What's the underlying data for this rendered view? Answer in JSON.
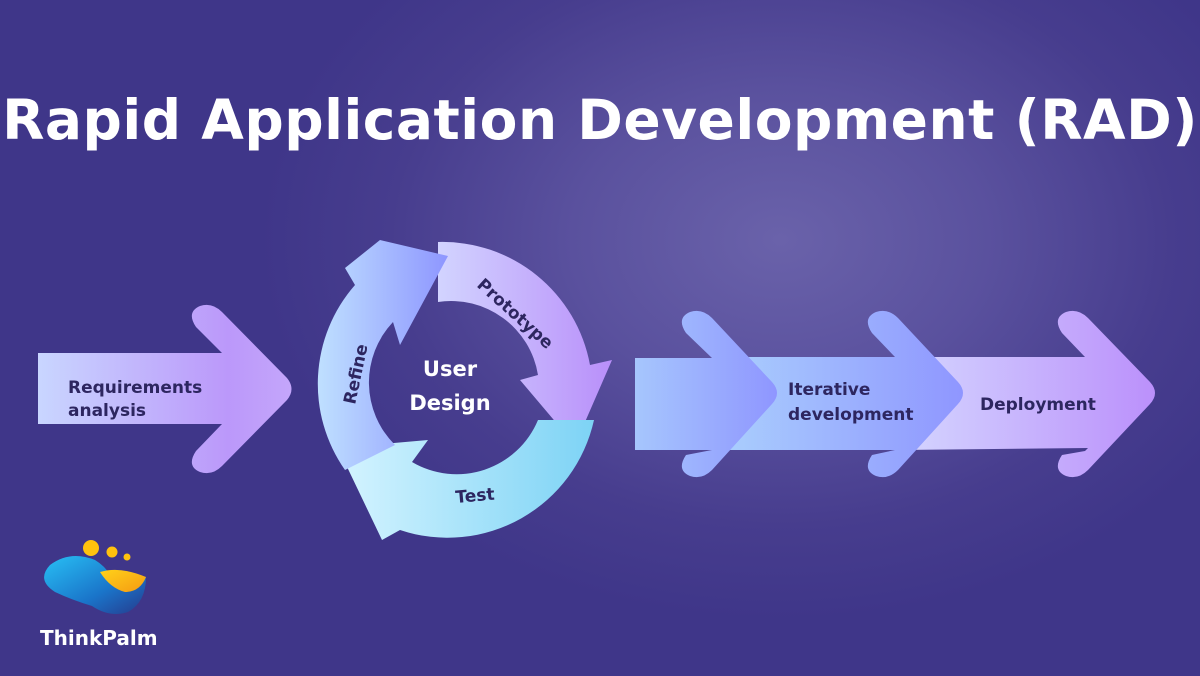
{
  "title": "Rapid Application Development (RAD)",
  "stages": {
    "requirements": {
      "line1": "Requirements",
      "line2": "analysis"
    },
    "cycle": {
      "center_line1": "User",
      "center_line2": "Design",
      "prototype": "Prototype",
      "test": "Test",
      "refine": "Refine"
    },
    "iterative": {
      "line1": "Iterative",
      "line2": "development"
    },
    "deployment": "Deployment"
  },
  "logo": {
    "name": "ThinkPalm"
  },
  "colors": {
    "background": "#473d8e",
    "title": "#ffffff",
    "label_text": "#2d2660",
    "arrow_light_blue": "#c9d6ff",
    "arrow_purple": "#bb98fa",
    "arrow_periwinkle": "#8f9bff",
    "arrow_cyan": "#7fd6f5",
    "logo_blue": "#1fa6e6",
    "logo_yellow": "#ffc20e"
  }
}
